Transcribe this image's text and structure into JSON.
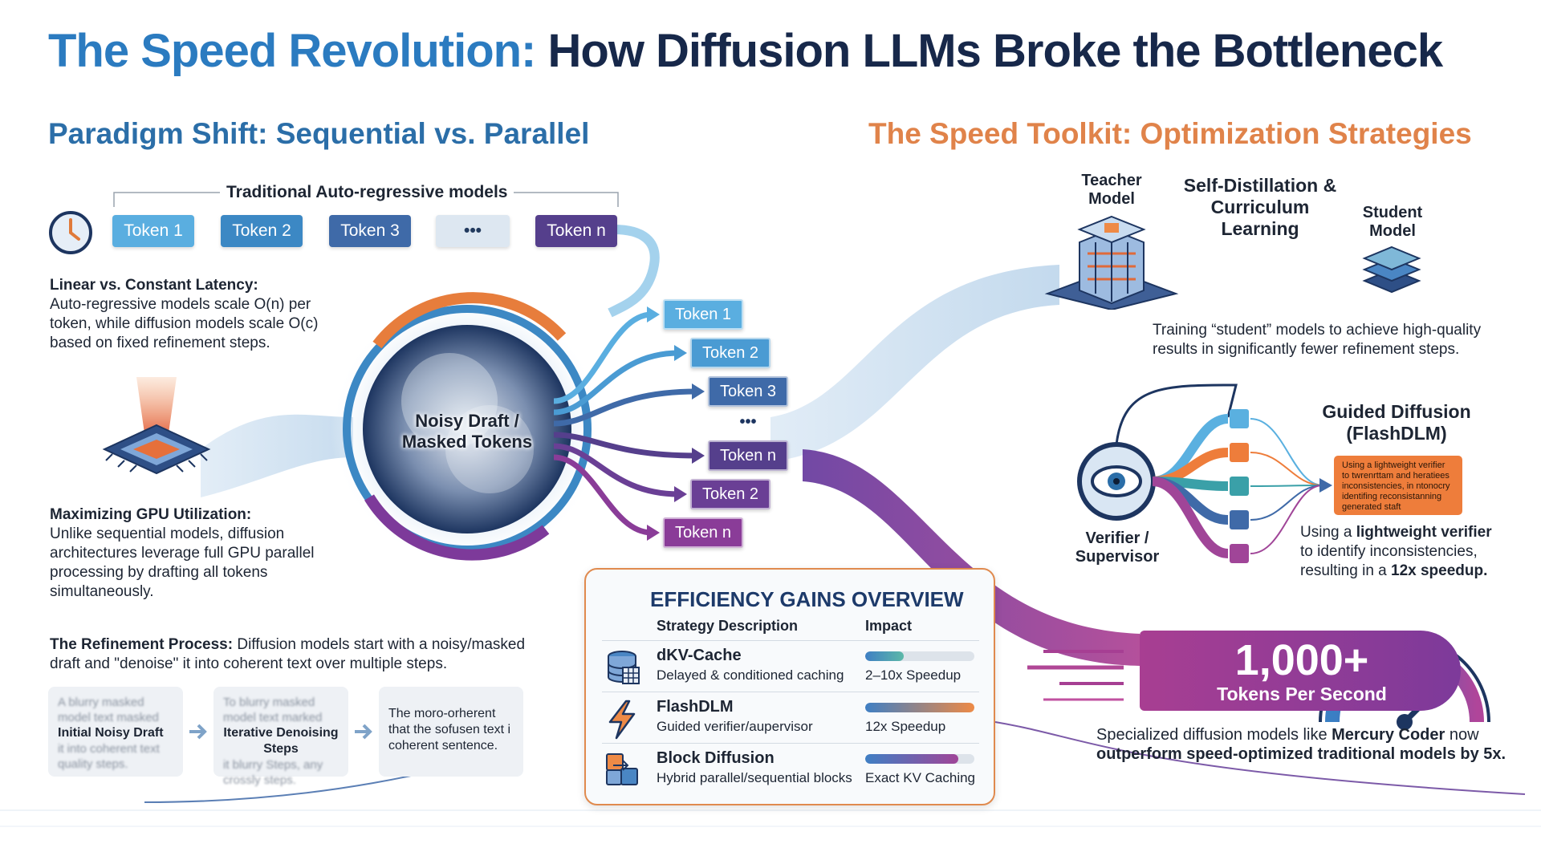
{
  "title": {
    "part1": "The Speed Revolution:",
    "part2": "How Diffusion LLMs Broke the Bottleneck"
  },
  "left_section": {
    "heading": "Paradigm Shift: Sequential vs. Parallel",
    "ar_caption": "Traditional Auto-regressive models",
    "ar_tokens": [
      "Token 1",
      "Token 2",
      "Token 3",
      "•••",
      "Token n"
    ],
    "latency_heading": "Linear vs. Constant Latency:",
    "latency_text": "Auto-regressive models scale O(n) per token, while diffusion models scale O(c) based on fixed refinement steps.",
    "gpu_heading": "Maximizing GPU Utilization:",
    "gpu_text": "Unlike sequential models, diffusion architectures leverage full GPU parallel processing by drafting all tokens simultaneously.",
    "refine_heading": "The Refinement Process:",
    "refine_text": "Diffusion models start with a noisy/masked draft and \"denoise\" it into coherent text over multiple steps.",
    "steps": [
      {
        "blur_top": "A blurry masked model text masked",
        "label": "Initial Noisy Draft",
        "blur_bottom": "it into coherent text quality steps."
      },
      {
        "blur_top": "To blurry masked model text marked",
        "label": "Iterative Denoising Steps",
        "blur_bottom": "it blurry Steps, any crossly steps."
      },
      {
        "blur_top": "",
        "label": "The moro-orherent that the sofusen text i coherent sentence.",
        "blur_bottom": ""
      }
    ]
  },
  "center": {
    "core_label": "Noisy Draft / Masked Tokens",
    "output_tokens": [
      "Token 1",
      "Token 2",
      "Token 3",
      "•••",
      "Token n",
      "Token 2",
      "Token n"
    ]
  },
  "efficiency": {
    "title": "EFFICIENCY GAINS OVERVIEW",
    "col_strategy": "Strategy Description",
    "col_impact": "Impact",
    "rows": [
      {
        "name": "dKV-Cache",
        "desc": "Delayed & conditioned caching",
        "impact": "2–10x Speedup",
        "level": 0.35,
        "icon": "database-icon"
      },
      {
        "name": "FlashDLM",
        "desc": "Guided verifier/aupervisor",
        "impact": "12x Speedup",
        "level": 1.0,
        "icon": "lightning-icon"
      },
      {
        "name": "Block Diffusion",
        "desc": "Hybrid parallel/sequential blocks",
        "impact": "Exact KV Caching",
        "level": 0.85,
        "icon": "blocks-icon"
      }
    ]
  },
  "right_section": {
    "heading": "The Speed Toolkit: Optimization Strategies",
    "teacher_label": "Teacher Model",
    "distill_title": "Self-Distillation & Curriculum Learning",
    "student_label": "Student Model",
    "distill_text": "Training “student” models to achieve high-quality results in significantly fewer refinement steps.",
    "gd_title": "Guided Diffusion (FlashDLM)",
    "verifier_label": "Verifier / Supervisor",
    "verifier_box_text": "Using a lightweight verifier to twrenrttam and heratiees inconsistencies, in ntonocry identifing reconsistanning generated staft",
    "gd_text_pre": "Using a ",
    "gd_text_bold1": "lightweight verifier",
    "gd_text_mid": " to identify inconsistencies, resulting in a ",
    "gd_text_bold2": "12x speedup.",
    "speed_number": "1,000+",
    "speed_unit": "Tokens Per Second",
    "mercury_pre": "Specialized diffusion models like ",
    "mercury_bold1": "Mercury Coder",
    "mercury_mid": " now ",
    "mercury_bold2": "outperform speed-optimized traditional models by 5x."
  },
  "colors": {
    "title_blue": "#2b7bc0",
    "title_dark": "#17284a",
    "orange": "#e0834a",
    "purple": "#7d3a9a",
    "blue": "#3c88c4"
  }
}
